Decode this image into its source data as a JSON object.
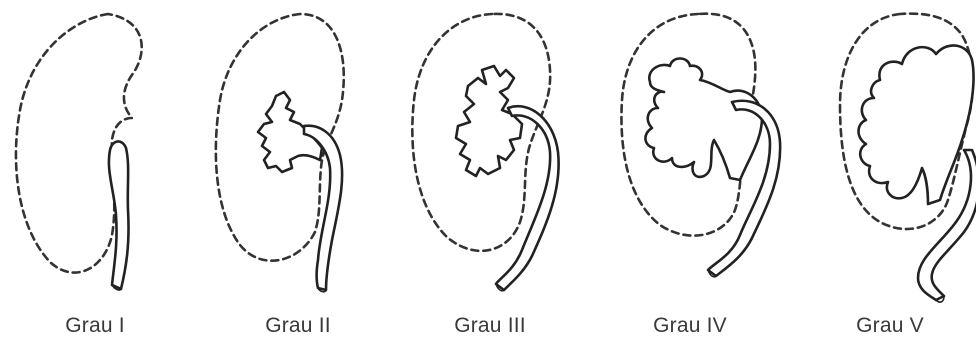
{
  "figure": {
    "grades": [
      {
        "label": "Grau I"
      },
      {
        "label": "Grau II"
      },
      {
        "label": "Grau III"
      },
      {
        "label": "Grau IV"
      },
      {
        "label": "Grau V"
      }
    ]
  }
}
